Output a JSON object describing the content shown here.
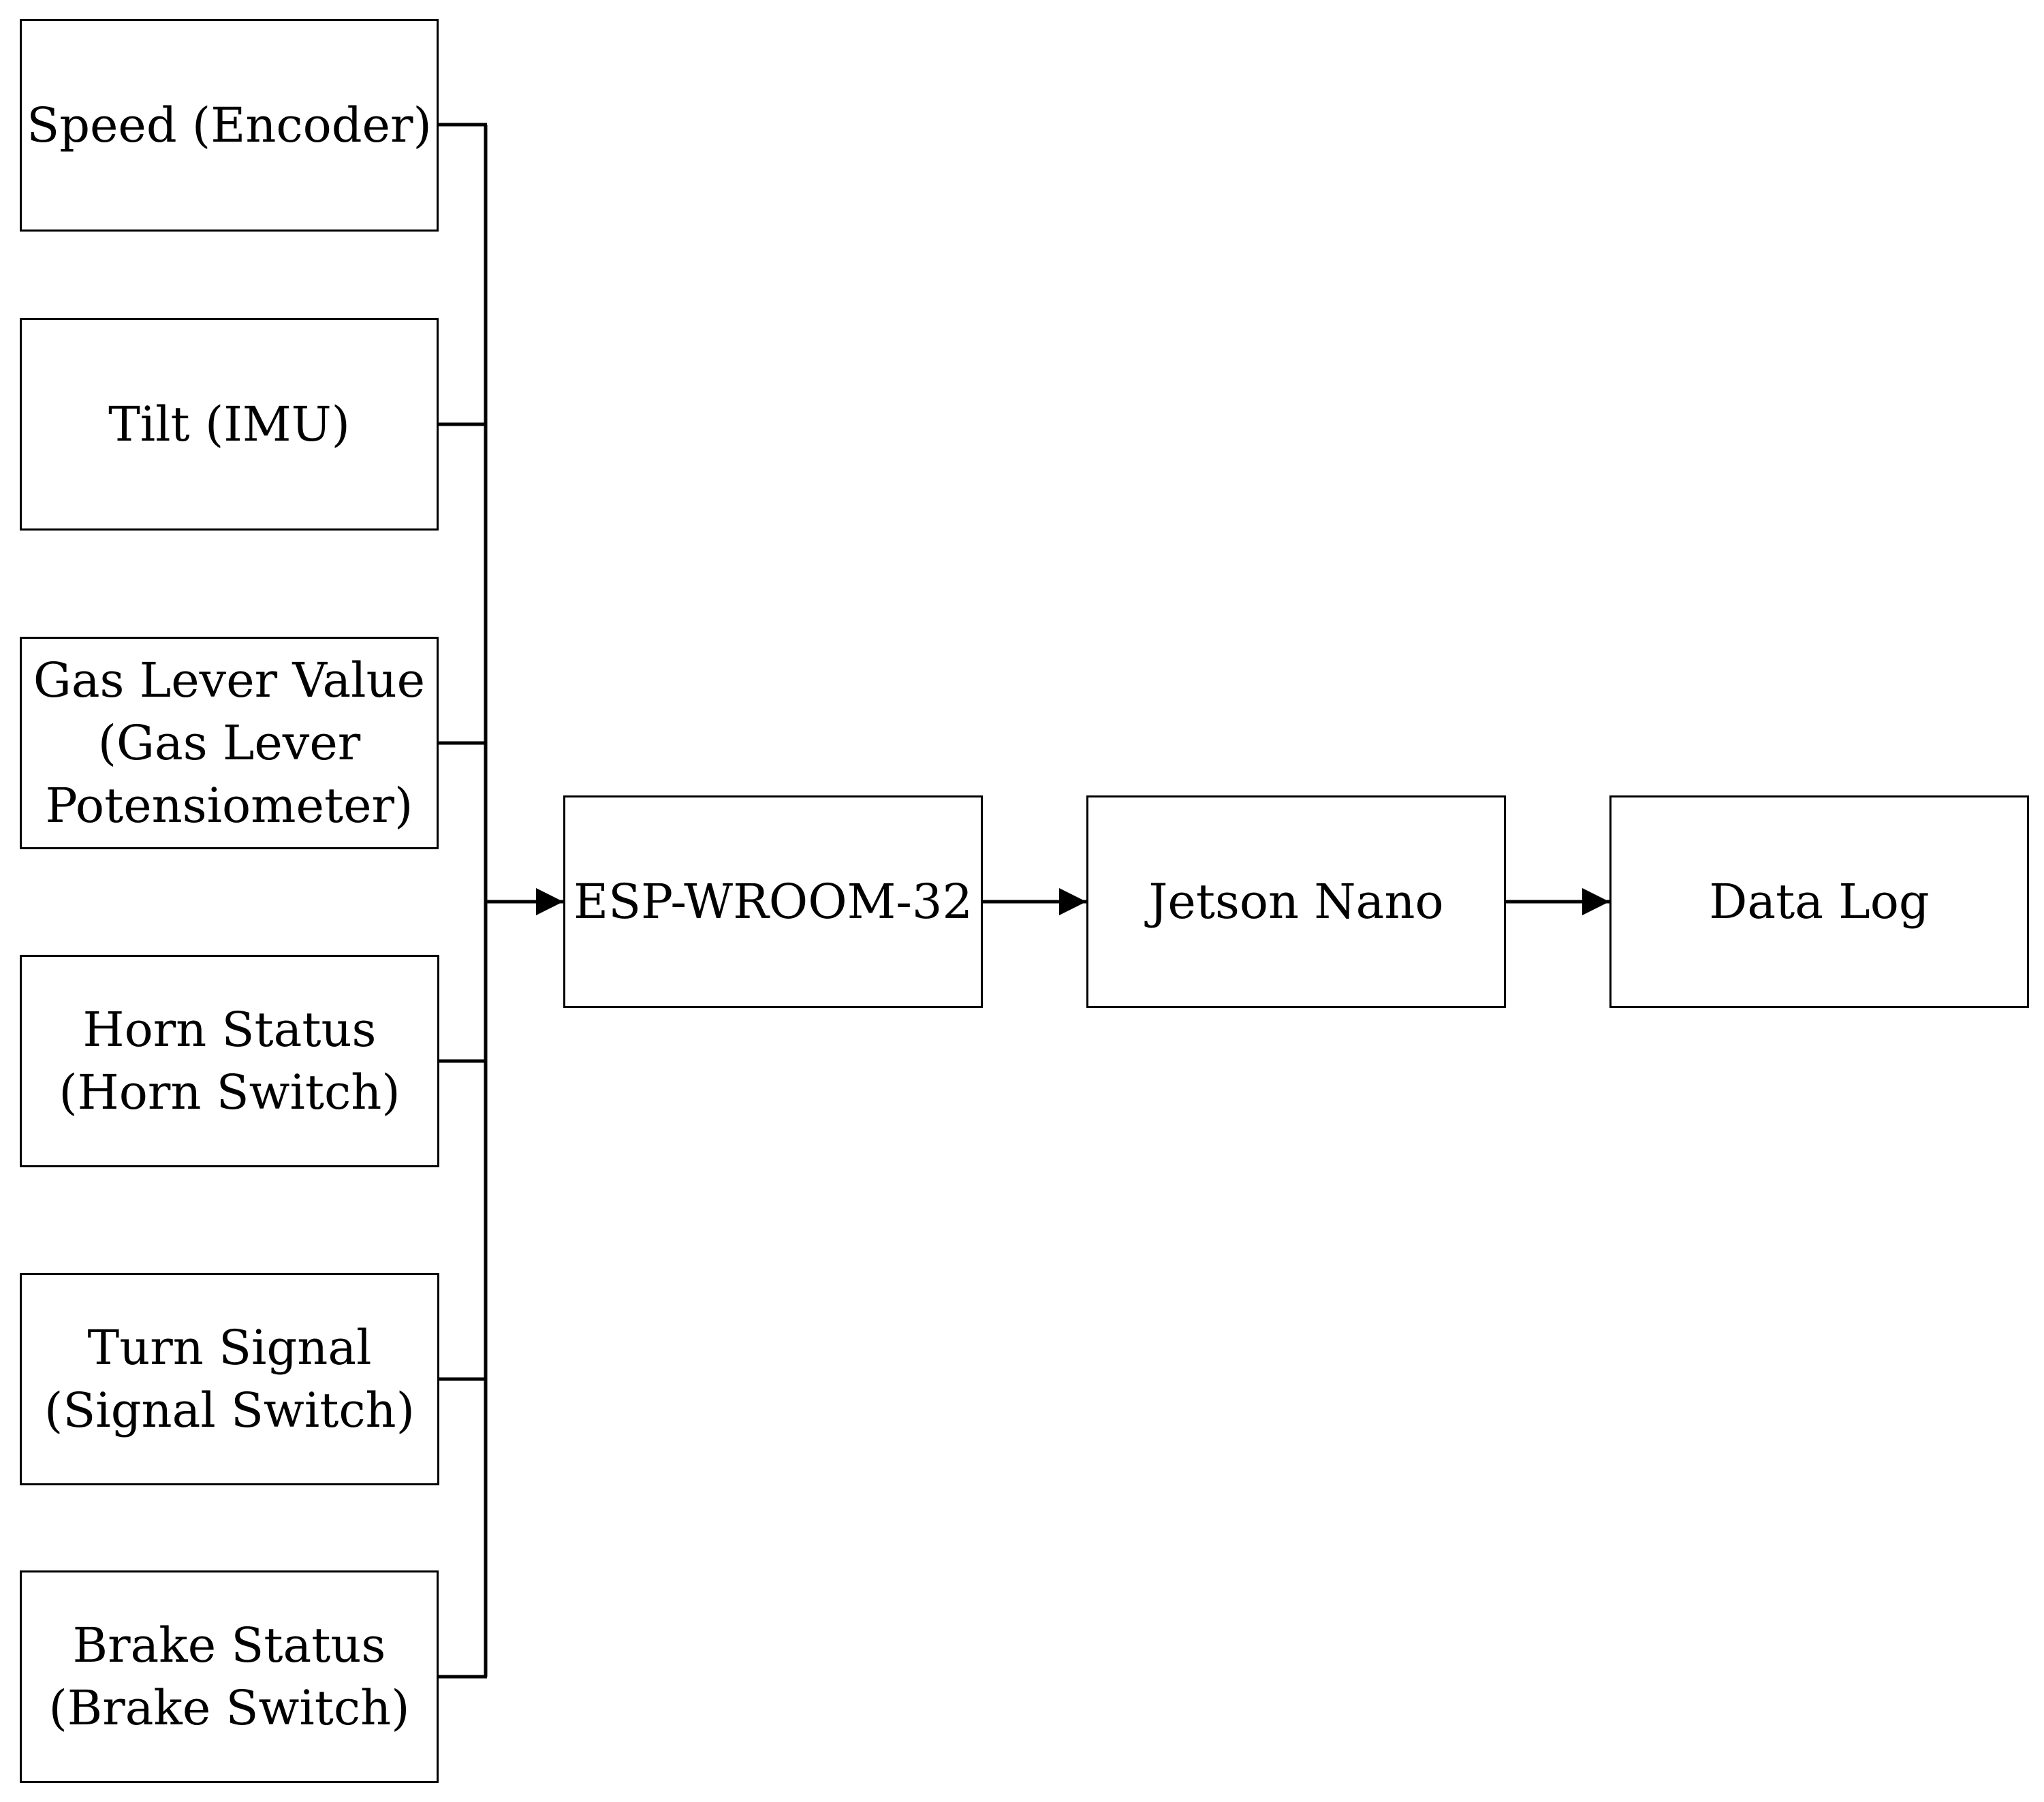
{
  "diagram": {
    "inputs": [
      {
        "id": "speed",
        "label": "Speed (Encoder)"
      },
      {
        "id": "tilt",
        "label": "Tilt (IMU)"
      },
      {
        "id": "gas",
        "label": "Gas Lever Value\n(Gas Lever\nPotensiometer)"
      },
      {
        "id": "horn",
        "label": "Horn Status\n(Horn Switch)"
      },
      {
        "id": "turn",
        "label": "Turn Signal\n(Signal Switch)"
      },
      {
        "id": "brake",
        "label": "Brake Status\n(Brake Switch)"
      }
    ],
    "chain": [
      {
        "id": "esp",
        "label": "ESP-WROOM-32"
      },
      {
        "id": "jetson",
        "label": "Jetson Nano"
      },
      {
        "id": "datalog",
        "label": "Data Log"
      }
    ]
  }
}
